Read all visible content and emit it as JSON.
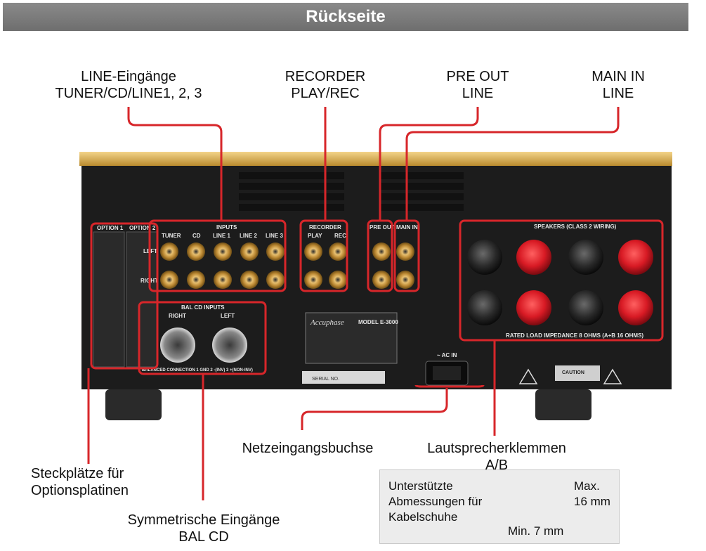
{
  "header": {
    "title": "Rückseite"
  },
  "labels": {
    "line_inputs": "LINE-Eingänge\nTUNER/CD/LINE1, 2, 3",
    "recorder": "RECORDER\nPLAY/REC",
    "pre_out": "PRE OUT\nLINE",
    "main_in": "MAIN IN\nLINE",
    "power_socket": "Netzeingangsbuchse",
    "speaker_terminals": "Lautsprecherklemmen\nA/B",
    "option_slots": "Steckplätze für\nOptionsplatinen",
    "bal_inputs": "Symmetrische Eingänge\nBAL CD"
  },
  "panel": {
    "option1": "OPTION 1",
    "option2": "OPTION 2",
    "inputs": "INPUTS",
    "tuner": "TUNER",
    "cd": "CD",
    "line1": "LINE 1",
    "line2": "LINE 2",
    "line3": "LINE 3",
    "recorder": "RECORDER",
    "play": "PLAY",
    "rec": "REC",
    "pre_out": "PRE OUT",
    "main_in": "MAIN IN",
    "left": "LEFT",
    "right": "RIGHT",
    "speakers": "SPEAKERS (CLASS 2 WIRING)",
    "rated": "RATED LOAD IMPEDANCE 8 OHMS (A+B 16 OHMS)",
    "bal_title": "BAL CD  INPUTS",
    "bal_right": "RIGHT",
    "bal_left": "LEFT",
    "bal_conn": "BALANCED CONNECTION  1 GND  2 -(INV)  3 +(NON-INV)",
    "brand": "Accuphase",
    "model": "MODEL E-3000",
    "ac_in": "~ AC IN",
    "serial": "SERIAL NO.",
    "caution": "CAUTION"
  },
  "spec": {
    "desc": "Unterstützte\nAbmessungen für\nKabelschuhe",
    "max": "Max.\n16 mm",
    "min": "Min. 7 mm"
  },
  "colors": {
    "callout": "#d7262a",
    "panel": "#1c1c1c",
    "gold": "#c9a24a"
  }
}
